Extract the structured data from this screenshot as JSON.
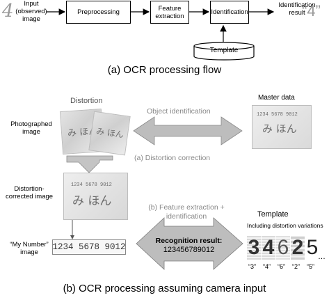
{
  "flow": {
    "input_glyph": "4",
    "input_label_l1": "Input",
    "input_label_l2": "(observed)",
    "input_label_l3": "image",
    "box_preprocessing": "Preprocessing",
    "box_feature_l1": "Feature",
    "box_feature_l2": "extraction",
    "box_identification": "Identification",
    "result_label_l1": "Identification",
    "result_label_l2": "result",
    "result_glyph": "“4”",
    "template_label": "Template",
    "caption": "(a) OCR processing flow"
  },
  "camera": {
    "distortion_heading": "Distortion",
    "master_heading": "Master data",
    "photographed_l1": "Photographed",
    "photographed_l2": "image",
    "object_identification": "Object identification",
    "distortion_correction": "(a) Distortion correction",
    "corrected_l1": "Distortion-",
    "corrected_l2": "corrected image",
    "feature_l1": "(b) Feature extraction +",
    "feature_l2": "identification",
    "template_heading": "Template",
    "template_sub": "Including distortion variations",
    "my_number_l1": "“My Number”",
    "my_number_l2": "image",
    "my_number_digits": "1234  5678  9012",
    "recognition_l1": "Recognition result:",
    "recognition_l2": "123456789012",
    "template_glyphs": [
      "3",
      "4",
      "6",
      "2",
      "5"
    ],
    "template_quotes": [
      "“3”",
      "“4”",
      "“6”",
      "“2”",
      "“5”"
    ],
    "ellipsis": "…",
    "card_number": "1234 5678 9012",
    "card_kana": "み ほん",
    "caption": "(b) OCR processing assuming camera input"
  }
}
